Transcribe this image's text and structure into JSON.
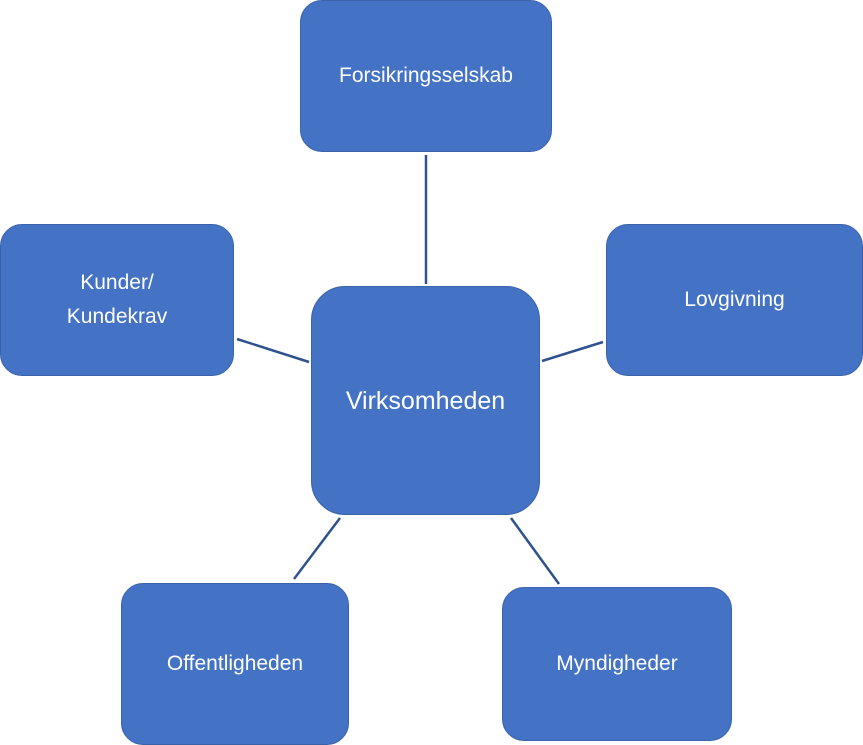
{
  "diagram": {
    "center": {
      "label": "Virksomheden"
    },
    "nodes": [
      {
        "id": "top",
        "label": "Forsikringsselskab"
      },
      {
        "id": "left",
        "label": "Kunder/\nKundekrav"
      },
      {
        "id": "right",
        "label": "Lovgivning"
      },
      {
        "id": "bottom-left",
        "label": "Offentligheden"
      },
      {
        "id": "bottom-right",
        "label": "Myndigheder"
      }
    ],
    "colors": {
      "node_fill": "#4472c4",
      "node_border": "#3a62a8",
      "connector": "#2f528f",
      "text": "#ffffff"
    }
  }
}
